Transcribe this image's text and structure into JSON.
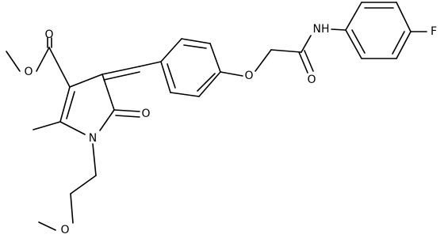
{
  "molecule": {
    "atom_labels": {
      "O": "O",
      "N": "N",
      "NH": "NH",
      "F": "F"
    },
    "colors": {
      "bond": "#000000",
      "label": "#000000",
      "background": "#ffffff"
    }
  }
}
